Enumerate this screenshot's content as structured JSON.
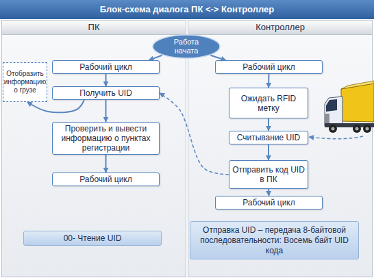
{
  "diagram": {
    "title": "Блок-схема диалога ПК <-> Контроллер",
    "nodes": [
      {
        "text": [
          "ПК"
        ]
      },
      {
        "text": [
          "Контроллер"
        ]
      },
      {
        "text": [
          "Работа начата"
        ]
      },
      {
        "text": [
          "Отобразить информацию о грузе"
        ],
        "in": 0
      },
      {
        "text": [
          "Рабочий цикл"
        ],
        "in": 0
      },
      {
        "text": [
          "Получить UID"
        ],
        "in": 0
      },
      {
        "text": [
          "Проверить и вывести информацию о пунктах регистрации"
        ],
        "in": 0
      },
      {
        "text": [
          "Рабочий цикл"
        ],
        "in": 0
      },
      {
        "text": [
          "00- Чтение UID"
        ],
        "in": 0
      },
      {
        "text": [
          "Рабочий цикл"
        ],
        "in": 1
      },
      {
        "text": [
          "Ожидать RFID метку"
        ],
        "in": 1
      },
      {
        "text": [
          "Считывание UID"
        ],
        "in": 1
      },
      {
        "text": [
          "Отправить код UID в ПК"
        ],
        "in": 1
      },
      {
        "text": [
          "Рабочий цикл"
        ],
        "in": 1
      },
      {
        "text": [
          "Отправка UID – передача 8-байтовой последовательности: Восемь байт UID кода"
        ],
        "in": 1
      }
    ],
    "edges": [
      {
        "from": 2,
        "to": 4,
        "arrow": "to"
      },
      {
        "from": 2,
        "to": 9,
        "arrow": "to"
      },
      {
        "from": 4,
        "to": 5,
        "arrow": "to"
      },
      {
        "from": 5,
        "to": 6,
        "arrow": "to"
      },
      {
        "from": 6,
        "to": 7,
        "arrow": "to"
      },
      {
        "from": 5,
        "to": 3,
        "arrow": "to"
      },
      {
        "from": 9,
        "to": 10,
        "arrow": "to"
      },
      {
        "from": 10,
        "to": 11,
        "arrow": "to"
      },
      {
        "from": 11,
        "to": 12,
        "arrow": "to"
      },
      {
        "from": 12,
        "to": 13,
        "arrow": "to"
      },
      {
        "from": 12,
        "to": 5,
        "arrow": "to"
      }
    ]
  }
}
